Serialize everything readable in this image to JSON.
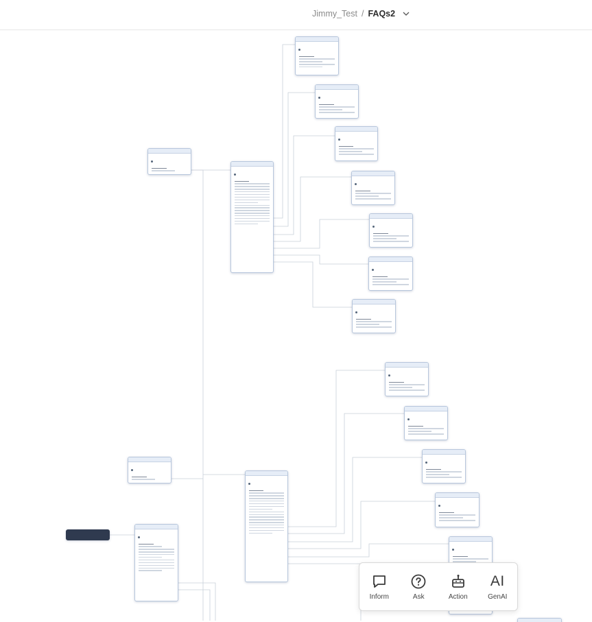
{
  "breadcrumb": {
    "project": "Jimmy_Test",
    "separator": "/",
    "current": "FAQs2"
  },
  "toolbar": {
    "items": [
      {
        "label": "Inform",
        "icon": "message-square-icon"
      },
      {
        "label": "Ask",
        "icon": "question-circle-icon"
      },
      {
        "label": "Action",
        "icon": "robot-icon"
      },
      {
        "label": "GenAI",
        "icon": "ai-text-icon",
        "glyph": "AI"
      }
    ]
  },
  "colors": {
    "node_border": "#b7c6dc",
    "node_header": "#e6edf7",
    "wire": "#c8cfd9",
    "start_node": "#2f3a4f"
  }
}
